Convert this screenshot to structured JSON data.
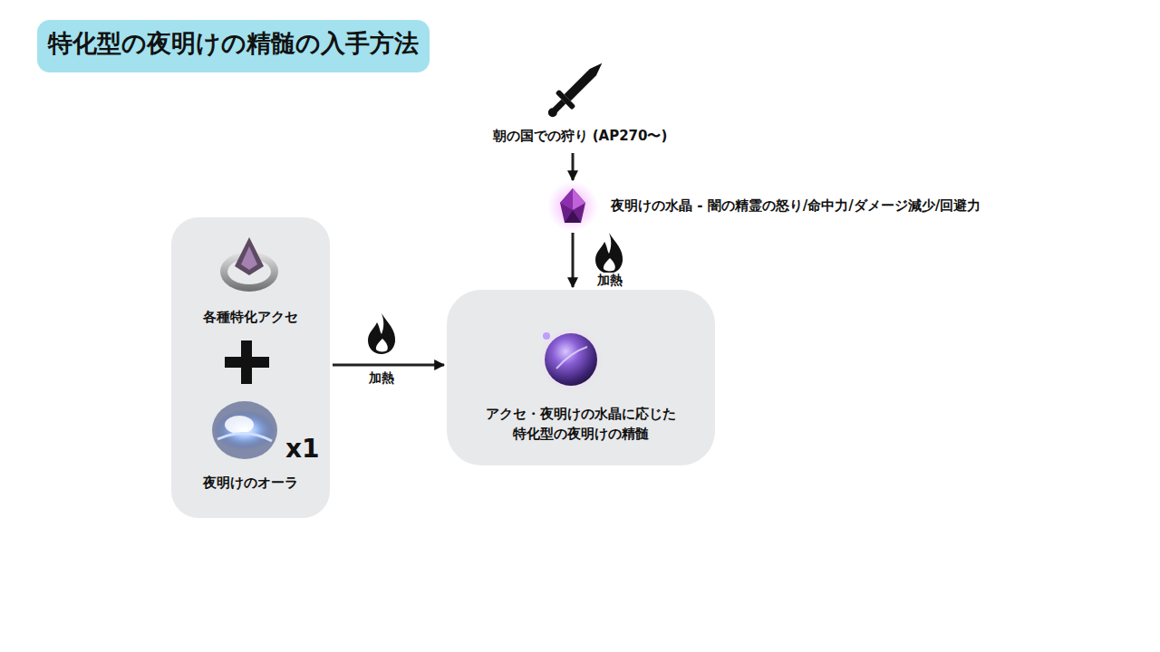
{
  "diagram": {
    "title": "特化型の夜明けの精髄の入手方法",
    "nodes": [
      {
        "text": [
          "朝の国での狩り (AP270〜)"
        ]
      },
      {
        "text": [
          "夜明けの水晶 - 闇の精霊の怒り/命中力/ダメージ減少/回避力"
        ]
      },
      {
        "text": [
          "各種特化アクセ",
          "x1",
          "夜明けのオーラ"
        ]
      },
      {
        "text": [
          "アクセ・夜明けの水晶に応じた 特化型の夜明けの精髄"
        ]
      }
    ],
    "edges": [
      {
        "from": 0,
        "to": 1,
        "arrow": "to"
      },
      {
        "from": 1,
        "to": 3,
        "label": "加熱",
        "arrow": "to"
      },
      {
        "from": 2,
        "to": 3,
        "label": "加熱",
        "arrow": "to"
      }
    ]
  }
}
